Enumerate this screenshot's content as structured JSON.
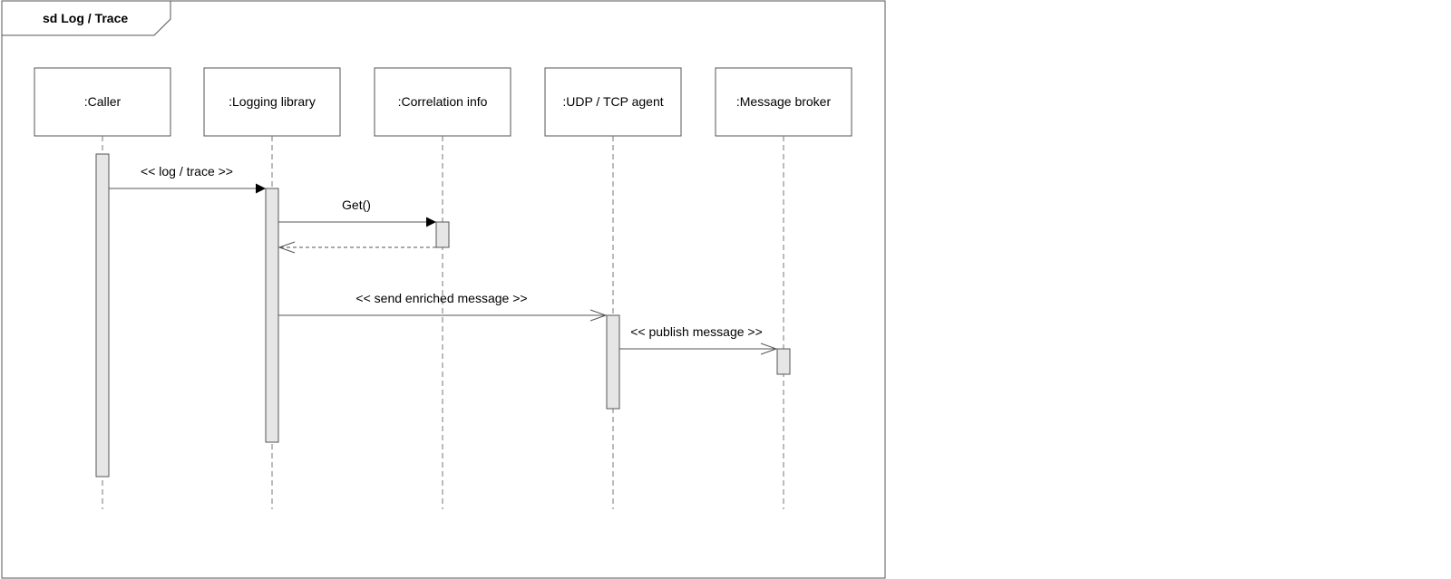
{
  "frame": {
    "title": "sd Log / Trace"
  },
  "lifelines": [
    {
      "id": "caller",
      "label": ":Caller"
    },
    {
      "id": "logging",
      "label": ":Logging library"
    },
    {
      "id": "correlation",
      "label": ":Correlation info"
    },
    {
      "id": "agent",
      "label": ":UDP / TCP agent"
    },
    {
      "id": "broker",
      "label": ":Message broker"
    }
  ],
  "messages": [
    {
      "id": "log-trace",
      "label": "<< log / trace >>",
      "from": "caller",
      "to": "logging",
      "kind": "sync"
    },
    {
      "id": "get",
      "label": "Get()",
      "from": "logging",
      "to": "correlation",
      "kind": "sync"
    },
    {
      "id": "get-return",
      "label": "",
      "from": "correlation",
      "to": "logging",
      "kind": "return"
    },
    {
      "id": "send-enriched",
      "label": "<< send enriched message >>",
      "from": "logging",
      "to": "agent",
      "kind": "async"
    },
    {
      "id": "publish",
      "label": "<< publish message >>",
      "from": "agent",
      "to": "broker",
      "kind": "async"
    }
  ],
  "colors": {
    "stroke": "#555555",
    "activation_fill": "#e6e6e6",
    "lifeline_dash": "#777777",
    "text": "#000000"
  }
}
